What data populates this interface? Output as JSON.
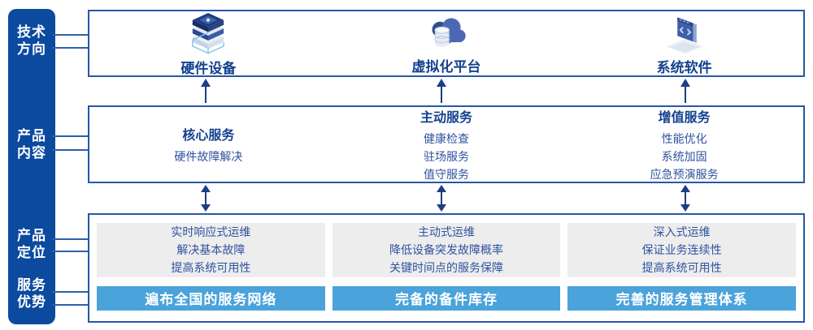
{
  "colors": {
    "rail_bg": "#0C4AA0",
    "panel_border": "#2857A8",
    "title_text": "#14418F",
    "body_text": "#2E529F",
    "gray_card_bg": "#EDEDED",
    "advantage_bar_bg": "#4AA3DB",
    "advantage_bar_text": "#FFFFFF",
    "arrow": "#1D3E85"
  },
  "rail": {
    "labels": [
      {
        "text": "技术\n方向"
      },
      {
        "text": "产品\n内容"
      },
      {
        "text": "产品\n定位"
      },
      {
        "text": "服务\n优势"
      }
    ]
  },
  "tech_row": {
    "items": [
      {
        "icon": "server-stack-icon",
        "label": "硬件设备"
      },
      {
        "icon": "cloud-database-icon",
        "label": "虚拟化平台"
      },
      {
        "icon": "code-window-icon",
        "label": "系统软件"
      }
    ]
  },
  "services_row": {
    "columns": [
      {
        "title": "核心服务",
        "items": [
          "硬件故障解决"
        ]
      },
      {
        "title": "主动服务",
        "items": [
          "健康检查",
          "驻场服务",
          "值守服务"
        ]
      },
      {
        "title": "增值服务",
        "items": [
          "性能优化",
          "系统加固",
          "应急预演服务"
        ]
      }
    ]
  },
  "positioning_row": {
    "columns": [
      {
        "lines": [
          "实时响应式运维",
          "解决基本故障",
          "提高系统可用性"
        ],
        "bar": "遍布全国的服务网络"
      },
      {
        "lines": [
          "主动式运维",
          "降低设备突发故障概率",
          "关键时间点的服务保障"
        ],
        "bar": "完备的备件库存"
      },
      {
        "lines": [
          "深入式运维",
          "保证业务连续性",
          "提高系统可用性"
        ],
        "bar": "完善的服务管理体系"
      }
    ]
  }
}
